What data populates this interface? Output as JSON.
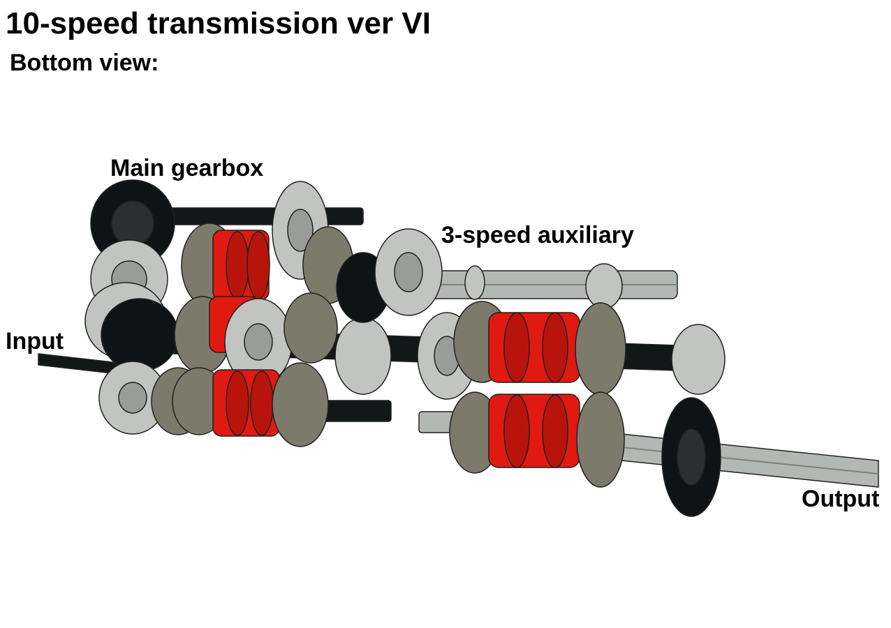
{
  "title": "10-speed transmission ver VI",
  "subtitle": "Bottom view:",
  "labels": {
    "main_gearbox": "Main gearbox",
    "aux": "3-speed auxiliary",
    "input": "Input",
    "output": "Output"
  },
  "colors": {
    "gear_black": "#0e1416",
    "gear_light": "#c2c4c2",
    "gear_dark": "#7c7a6a",
    "clutch_red": "#e01a10",
    "axle_black": "#121818",
    "axle_grey": "#b4b8b4",
    "outline": "#202020"
  }
}
